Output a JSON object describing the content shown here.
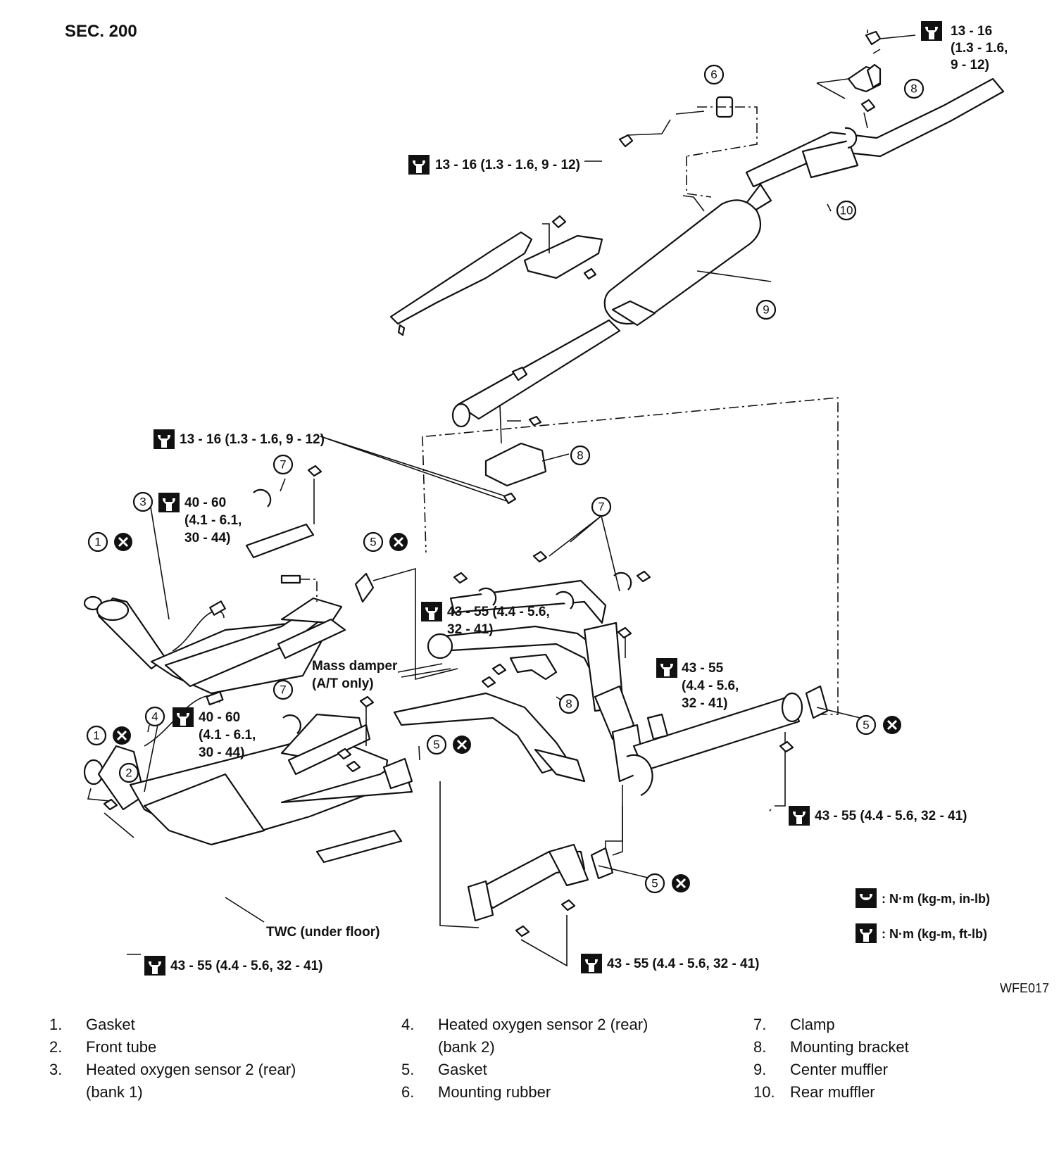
{
  "section": "SEC. 200",
  "figure_code": "WFE017",
  "torque": {
    "t1": "13 - 16",
    "t1b": "(1.3 - 1.6,",
    "t1c": "9 - 12)",
    "t2": "13 - 16 (1.3 - 1.6, 9 - 12)",
    "t3": "13 - 16 (1.3 - 1.6, 9 - 12)",
    "t4a": "40 - 60",
    "t4b": "(4.1 - 6.1,",
    "t4c": "30 - 44)",
    "t5a": "43 - 55 (4.4 - 5.6,",
    "t5b": "32 - 41)",
    "t6a": "43 - 55",
    "t6b": "(4.4 - 5.6,",
    "t6c": "32 - 41)",
    "t7a": "40 - 60",
    "t7b": "(4.1 - 6.1,",
    "t7c": "30 - 44)",
    "t8": "43 - 55 (4.4 - 5.6, 32 - 41)",
    "t9": "43 - 55 (4.4 - 5.6, 32 - 41)",
    "t10": "43 - 55 (4.4 - 5.6, 32 - 41)"
  },
  "annotations": {
    "mass_damper": "Mass damper",
    "mass_damper_note": "(A/T only)",
    "twc": "TWC (under floor)"
  },
  "symbol_legend": {
    "inlb": ": N·m (kg-m, in-lb)",
    "ftlb": ": N·m (kg-m, ft-lb)"
  },
  "callouts": [
    "1",
    "2",
    "3",
    "4",
    "5",
    "6",
    "7",
    "8",
    "9",
    "10"
  ],
  "parts": [
    {
      "num": "1.",
      "name": "Gasket"
    },
    {
      "num": "2.",
      "name": "Front tube"
    },
    {
      "num": "3.",
      "name": "Heated oxygen sensor 2 (rear)",
      "name2": "(bank 1)"
    },
    {
      "num": "4.",
      "name": "Heated oxygen sensor 2 (rear)",
      "name2": "(bank 2)"
    },
    {
      "num": "5.",
      "name": "Gasket"
    },
    {
      "num": "6.",
      "name": "Mounting rubber"
    },
    {
      "num": "7.",
      "name": "Clamp"
    },
    {
      "num": "8.",
      "name": "Mounting bracket"
    },
    {
      "num": "9.",
      "name": "Center muffler"
    },
    {
      "num": "10.",
      "name": "Rear muffler"
    }
  ]
}
